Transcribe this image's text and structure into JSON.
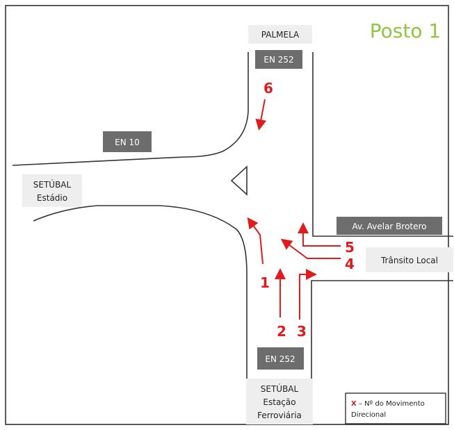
{
  "title": "Posto 1",
  "roads": {
    "north_place": "PALMELA",
    "north_road": "EN 252",
    "west_road": "EN 10",
    "west_place_line1": "SETÚBAL",
    "west_place_line2": "Estádio",
    "east_road": "Av. Avelar Brotero",
    "east_local": "Trânsito Local",
    "south_road": "EN 252",
    "south_place_line1": "SETÚBAL",
    "south_place_line2": "Estação",
    "south_place_line3": "Ferroviária"
  },
  "movements": [
    {
      "number": "1"
    },
    {
      "number": "2"
    },
    {
      "number": "3"
    },
    {
      "number": "4"
    },
    {
      "number": "5"
    },
    {
      "number": "6"
    }
  ],
  "legend": {
    "symbol": "X",
    "text_line1": " – Nº do Movimento",
    "text_line2": "Direcional"
  },
  "colors": {
    "title": "#8dc63f",
    "arrow": "#e01b1b",
    "label_dark_bg": "#6d6d6d",
    "label_light_bg": "#eeeeee",
    "road_line": "#333333"
  }
}
